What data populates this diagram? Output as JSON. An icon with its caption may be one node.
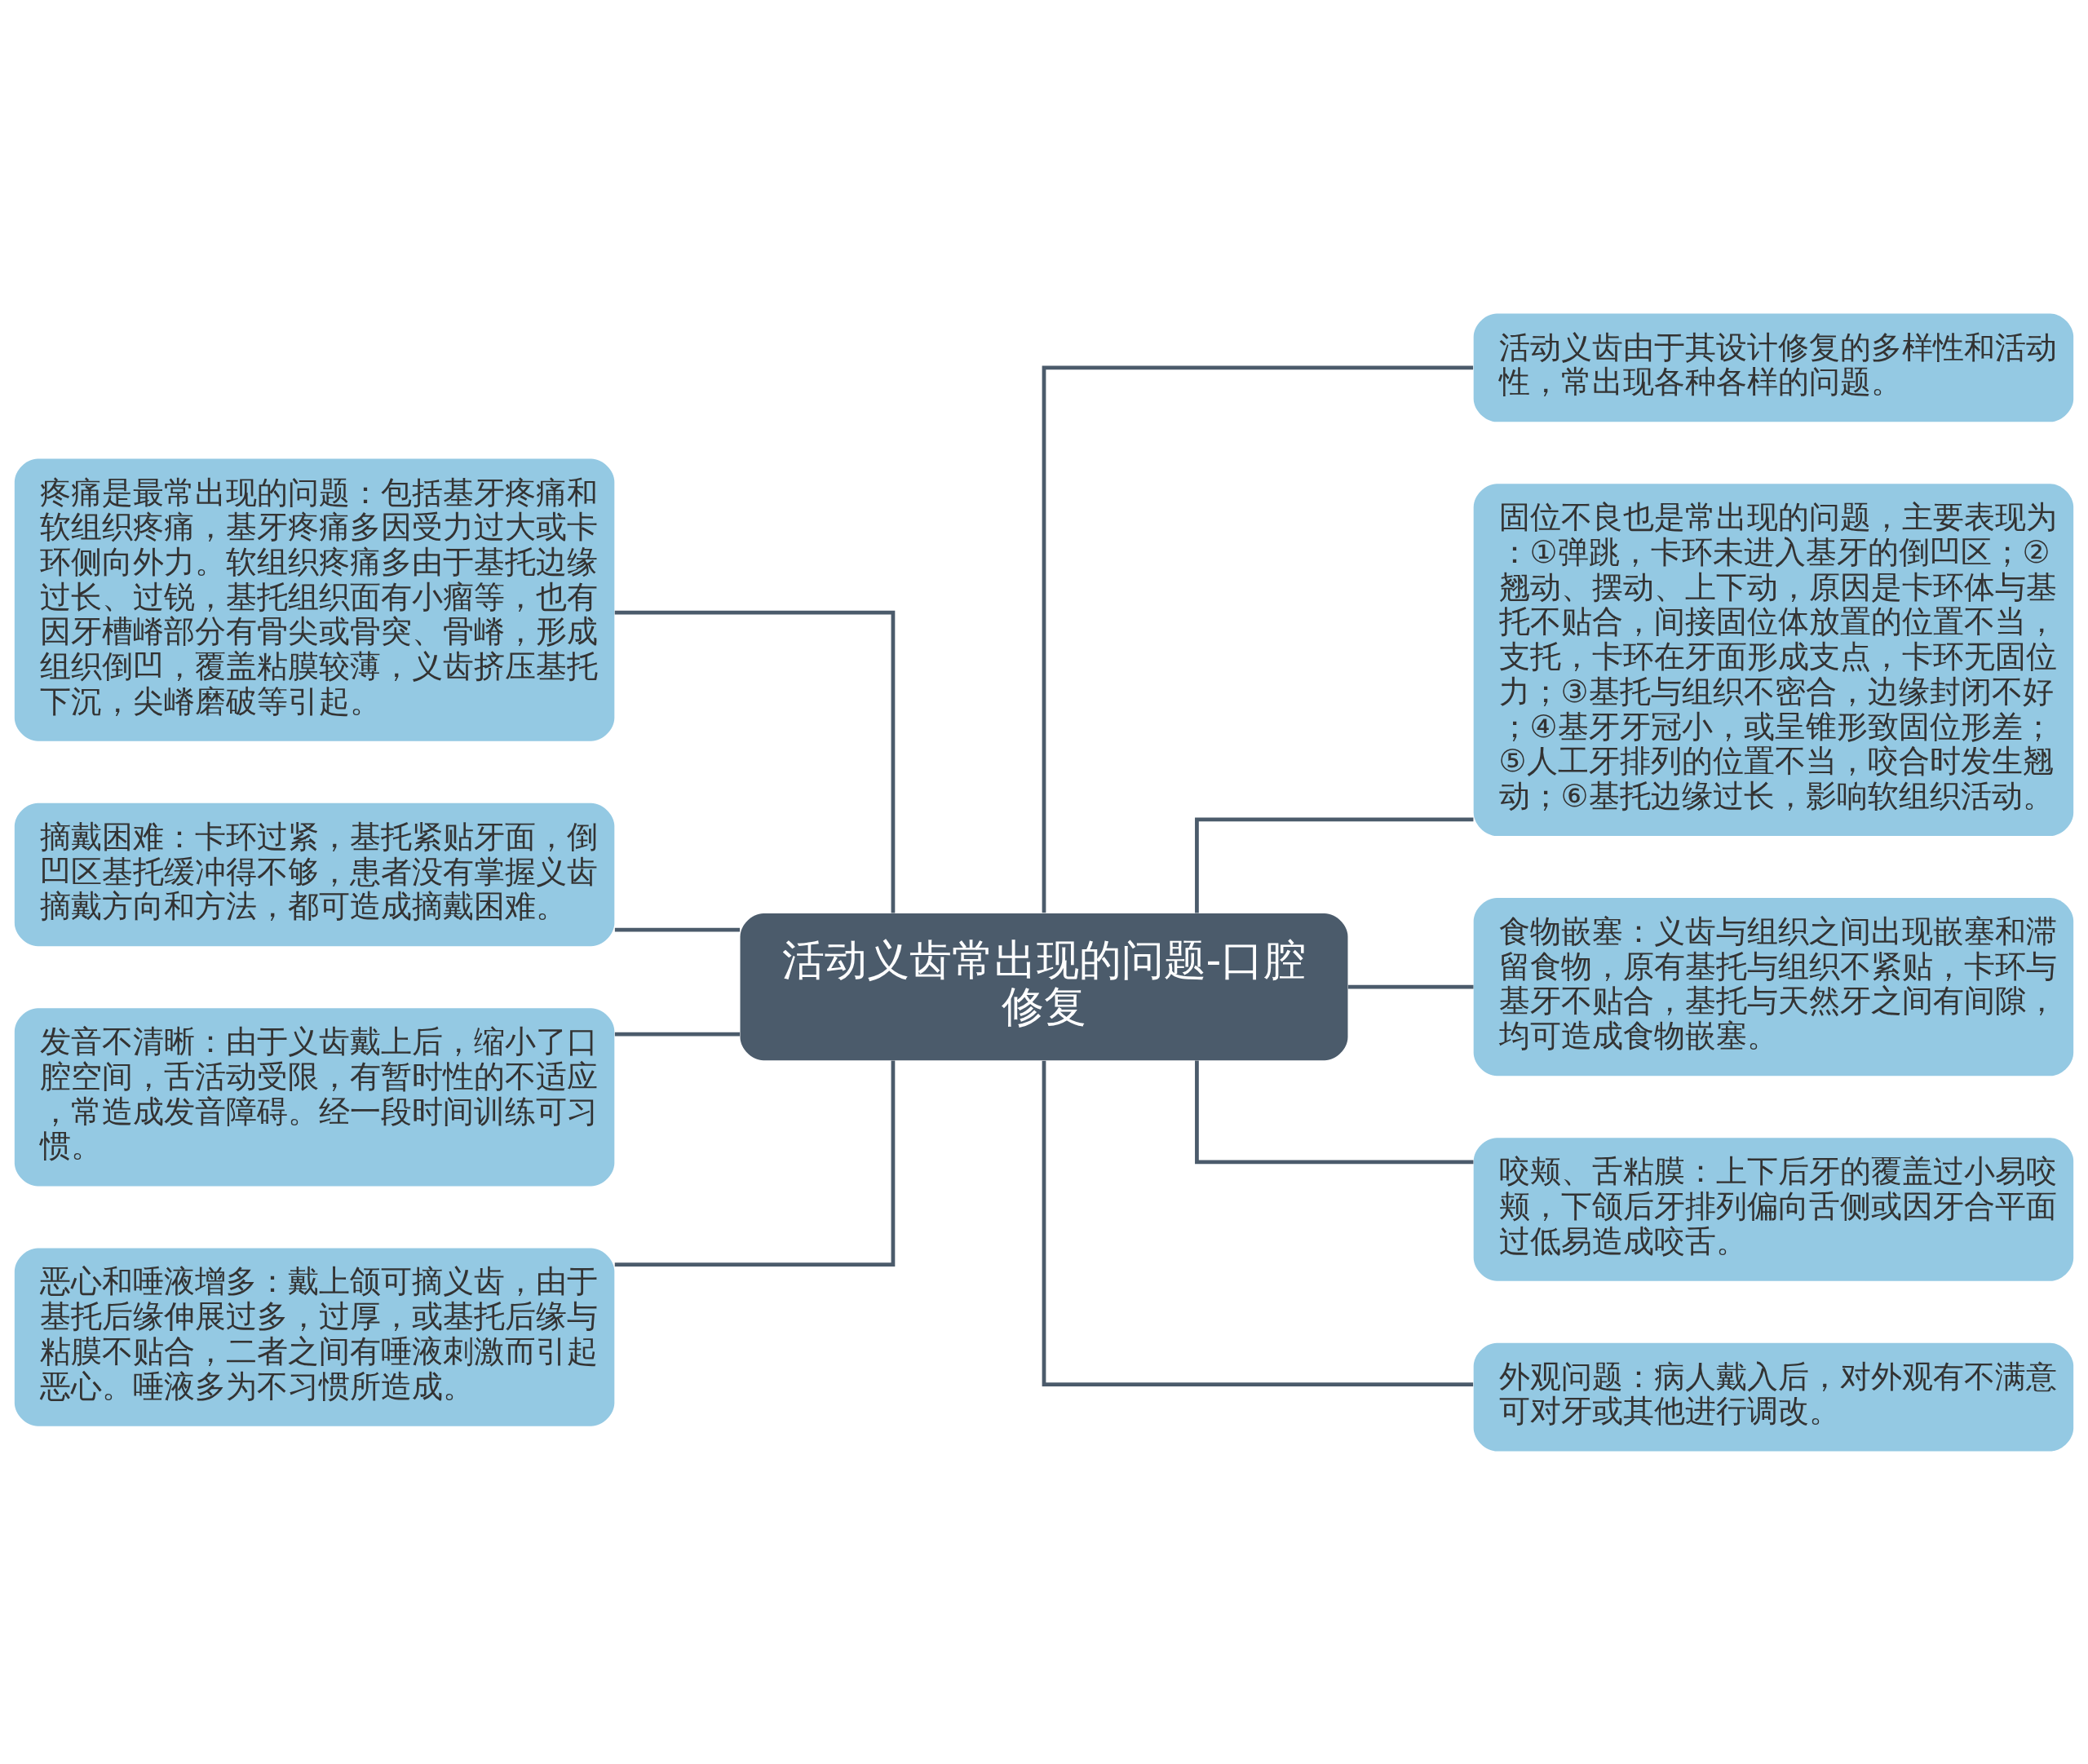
{
  "diagram": {
    "nodes": [
      {
        "text": [
          "活动义齿常出现的问题-口腔修复"
        ]
      },
      {
        "text": [
          "疼痛是最常出现的问题：包括基牙疼痛和软组织疼痛，基牙疼痛多因受力过大或卡环侧向外力。软组织疼痛多由于基托边缘过长、过锐，基托组织面有小瘤等，也有因牙槽嵴部分有骨尖或骨突、骨嵴，形成组织倒凹，覆盖粘膜较薄，义齿挤压基托下沉，尖嵴磨破等引起。"
        ]
      },
      {
        "text": [
          "摘戴困难：卡环过紧，基托紧贴牙面，倒凹区基托缓冲得不够，患者没有掌握义齿摘戴方向和方法，都可造成摘戴困难。"
        ]
      },
      {
        "text": [
          "发音不清晰：由于义齿戴上后，缩小了口腔空间，舌活动受限，有暂时性的不适应，常造成发音障碍。经一段时间训练可习惯。"
        ]
      },
      {
        "text": [
          "恶心和唾液增多：戴上颌可摘义齿，由于基托后缘伸展过多，过厚，或基托后缘与粘膜不贴合，二者之间有唾液刺激而引起恶心。唾液多为不习惯所造成。"
        ]
      },
      {
        "text": [
          "活动义齿由于其设计修复的多样性和活动性，常出现各种各样的问题。"
        ]
      },
      {
        "text": [
          "固位不良也是常出现的问题，主要表现为：①弹跳，卡环未进入基牙的倒凹区；②翘动、摆动、上下动，原因是卡环体与基托不贴合，间接固位体放置的位置不当，支托，卡环在牙面形成支点，卡环无固位力；③基托与组织不密合，边缘封闭不好；④基牙牙冠小，或呈锥形致固位形差；⑤人工牙排列的位置不当，咬合时发生翘动；⑥基托边缘过长，影响软组织活动。"
        ]
      },
      {
        "text": [
          "食物嵌塞：义齿与组织之间出现嵌塞和滞留食物，原有基托与组织不紧贴，卡环与基牙不贴合，基托与天然牙之间有间隙，均可造成食物嵌塞。"
        ]
      },
      {
        "text": [
          "咬颊、舌粘膜：上下后牙的覆盖过小易咬颊，下颌后牙排列偏向舌侧或因牙合平面过低易造成咬舌。"
        ]
      },
      {
        "text": [
          "外观问题：病人戴入后，对外观有不满意可对牙或其他进行调改。"
        ]
      }
    ],
    "edges": [
      {
        "from": 0,
        "to": 1,
        "arrow": "none"
      },
      {
        "from": 0,
        "to": 2,
        "arrow": "none"
      },
      {
        "from": 0,
        "to": 3,
        "arrow": "none"
      },
      {
        "from": 0,
        "to": 4,
        "arrow": "none"
      },
      {
        "from": 0,
        "to": 5,
        "arrow": "none"
      },
      {
        "from": 0,
        "to": 6,
        "arrow": "none"
      },
      {
        "from": 0,
        "to": 7,
        "arrow": "none"
      },
      {
        "from": 0,
        "to": 8,
        "arrow": "none"
      },
      {
        "from": 0,
        "to": 9,
        "arrow": "none"
      }
    ]
  }
}
